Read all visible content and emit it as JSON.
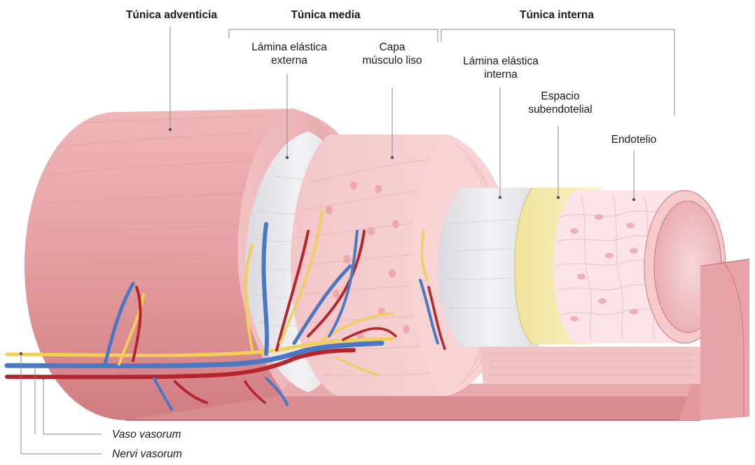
{
  "labels": {
    "tunica_adventicia": "Túnica adventicia",
    "tunica_media": "Túnica media",
    "tunica_interna": "Túnica interna",
    "lamina_elastica_externa_1": "Lámina elástica",
    "lamina_elastica_externa_2": "externa",
    "capa_musculo_liso_1": "Capa",
    "capa_musculo_liso_2": "músculo liso",
    "lamina_elastica_interna_1": "Lámina elástica",
    "lamina_elastica_interna_2": "interna",
    "espacio_subendotelial_1": "Espacio",
    "espacio_subendotelial_2": "subendotelial",
    "endotelio": "Endotelio",
    "vaso_vasorum": "Vaso vasorum",
    "nervi_vasorum": "Nervi vasorum"
  },
  "colors": {
    "adventicia": "#e8a4a6",
    "adventicia_dark": "#c96d72",
    "elastic": "#e9e9ee",
    "muscle": "#f6cfd0",
    "subendotelial": "#f6eeb0",
    "endotelio": "#fbe3e6",
    "vein": "#4a78c2",
    "artery": "#b3262c",
    "nerve": "#f0cf58"
  }
}
